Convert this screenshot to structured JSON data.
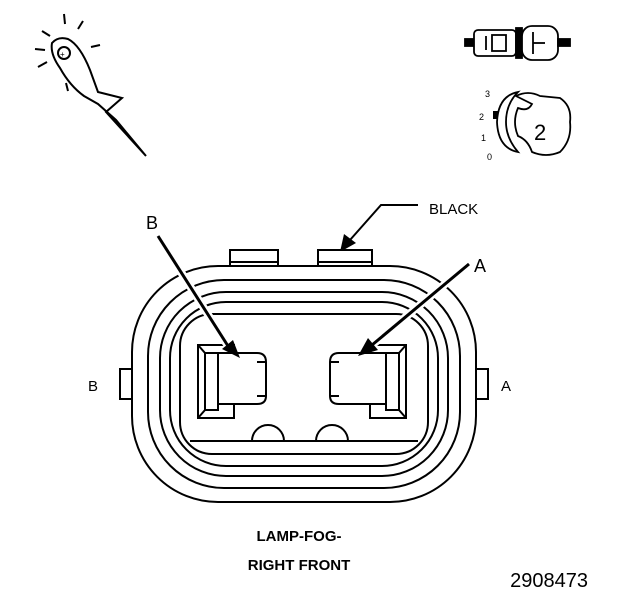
{
  "callouts": {
    "black": "BLACK",
    "arrow_b": "B",
    "arrow_a": "A"
  },
  "side_labels": {
    "left": "B",
    "right": "A"
  },
  "position_indicator": {
    "scale": [
      "3",
      "2",
      "1",
      "0"
    ],
    "selected": "2"
  },
  "caption": {
    "line1": "LAMP-FOG-",
    "line2": "RIGHT FRONT"
  },
  "figure_number": "2908473",
  "icons": {
    "probe": "back-probe-icon",
    "connector": "connector-side-icon",
    "dial": "position-dial-icon"
  },
  "colors": {
    "line": "#000000",
    "background": "#ffffff"
  }
}
